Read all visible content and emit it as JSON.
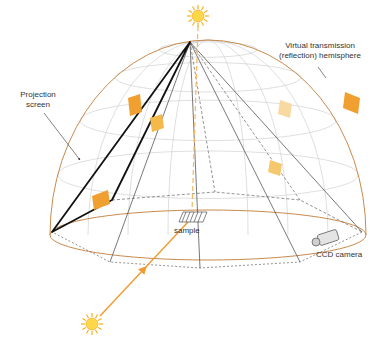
{
  "diagram": {
    "labels": [
      "Virtual transmission (reflection) hemisphere",
      "Projection screen",
      "sample",
      "CCD camera"
    ]
  }
}
